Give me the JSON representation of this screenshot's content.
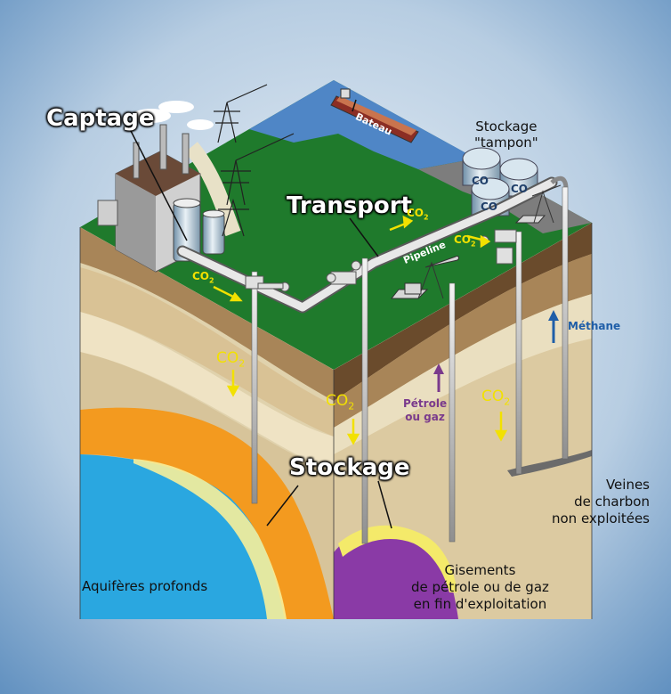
{
  "labels": {
    "captage": "Captage",
    "transport": "Transport",
    "stockage": "Stockage",
    "bateau": "Bateau",
    "pipeline": "Pipeline",
    "stockage_tampon_l1": "Stockage",
    "stockage_tampon_l2": "\"tampon\"",
    "methane": "Méthane",
    "petrole_l1": "Pétrole",
    "petrole_l2": "ou gaz",
    "veines_l1": "Veines",
    "veines_l2": "de charbon",
    "veines_l3": "non exploitées",
    "aquiferes": "Aquifères profonds",
    "gisements_l1": "Gisements",
    "gisements_l2": "de pétrole ou de gaz",
    "gisements_l3": "en fin d'exploitation",
    "co2_main": "CO",
    "co2_sub": "2",
    "tank_label": "CO"
  },
  "colors": {
    "background_center": "#e6eef6",
    "background_edge": "#5f8fbf",
    "surface_green": "#1f7a2c",
    "sea": "#4f86c6",
    "co2_yellow": "#f2e100",
    "aquifer_orange": "#f39a1f",
    "aquifer_blue": "#2aa7e0",
    "reservoir_purple": "#8a3aa6",
    "methane_blue": "#1f5ea8",
    "petrole_purple": "#7a3a8c"
  }
}
